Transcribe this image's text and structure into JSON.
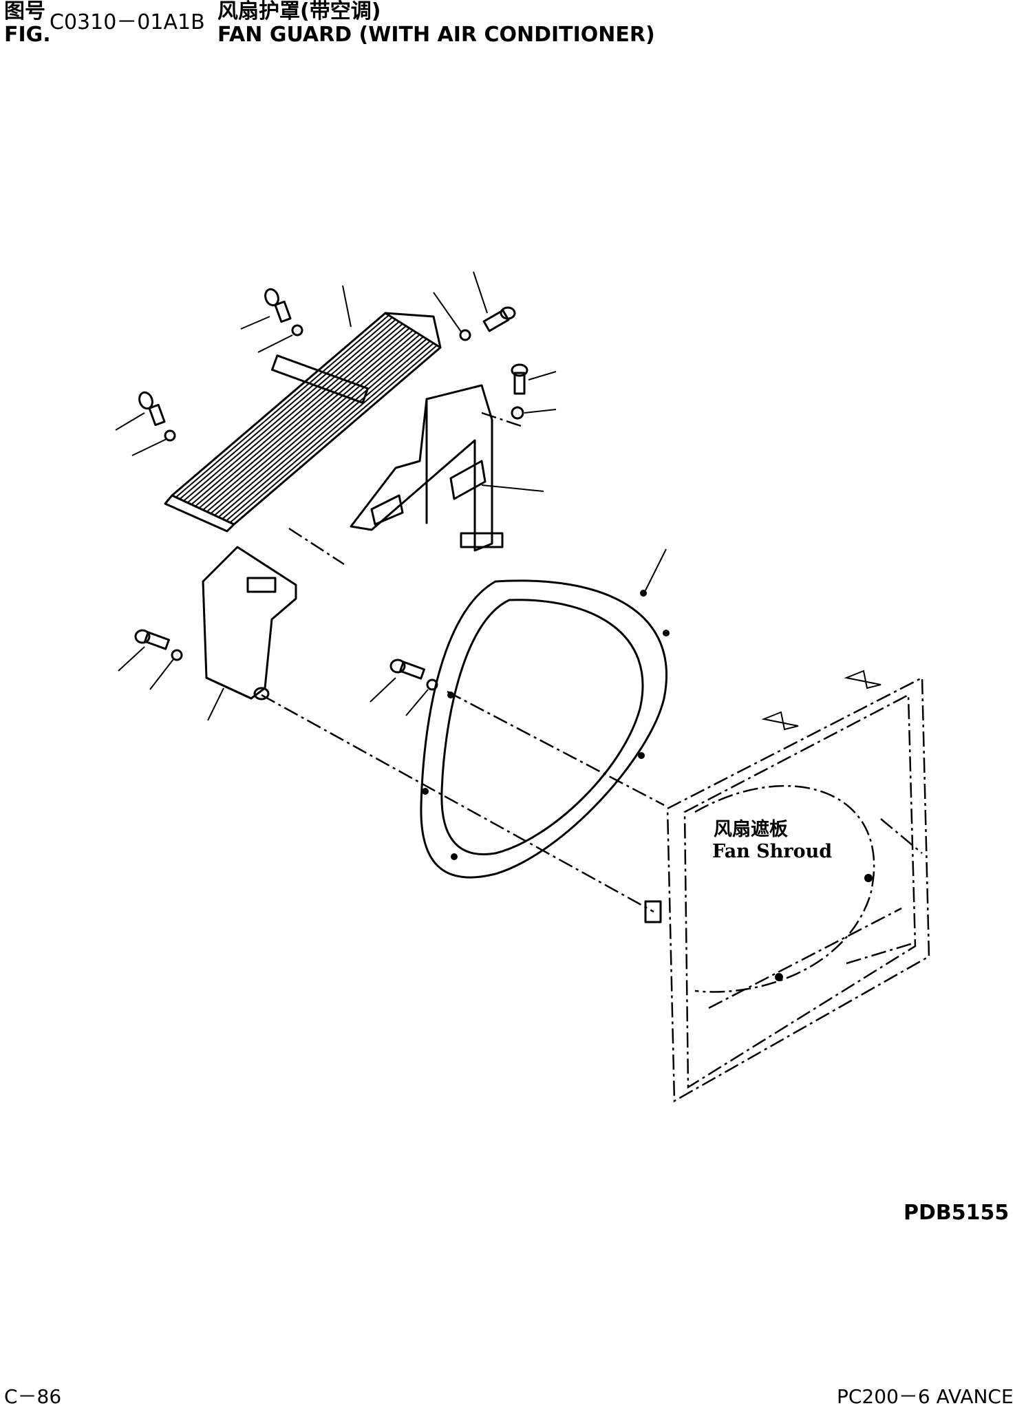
{
  "header": {
    "fig_label_cn": "图号",
    "fig_label_en": "FIG.",
    "fig_number": "C0310－01A1B",
    "title_cn": "风扇护罩(带空调)",
    "title_en": "FAN GUARD (WITH AIR CONDITIONER)"
  },
  "callout": {
    "shroud_cn": "风扇遮板",
    "shroud_en": "Fan Shroud"
  },
  "drawing_code": "PDB5155",
  "footer": {
    "page": "C－86",
    "model": "PC200－6 AVANCE"
  }
}
